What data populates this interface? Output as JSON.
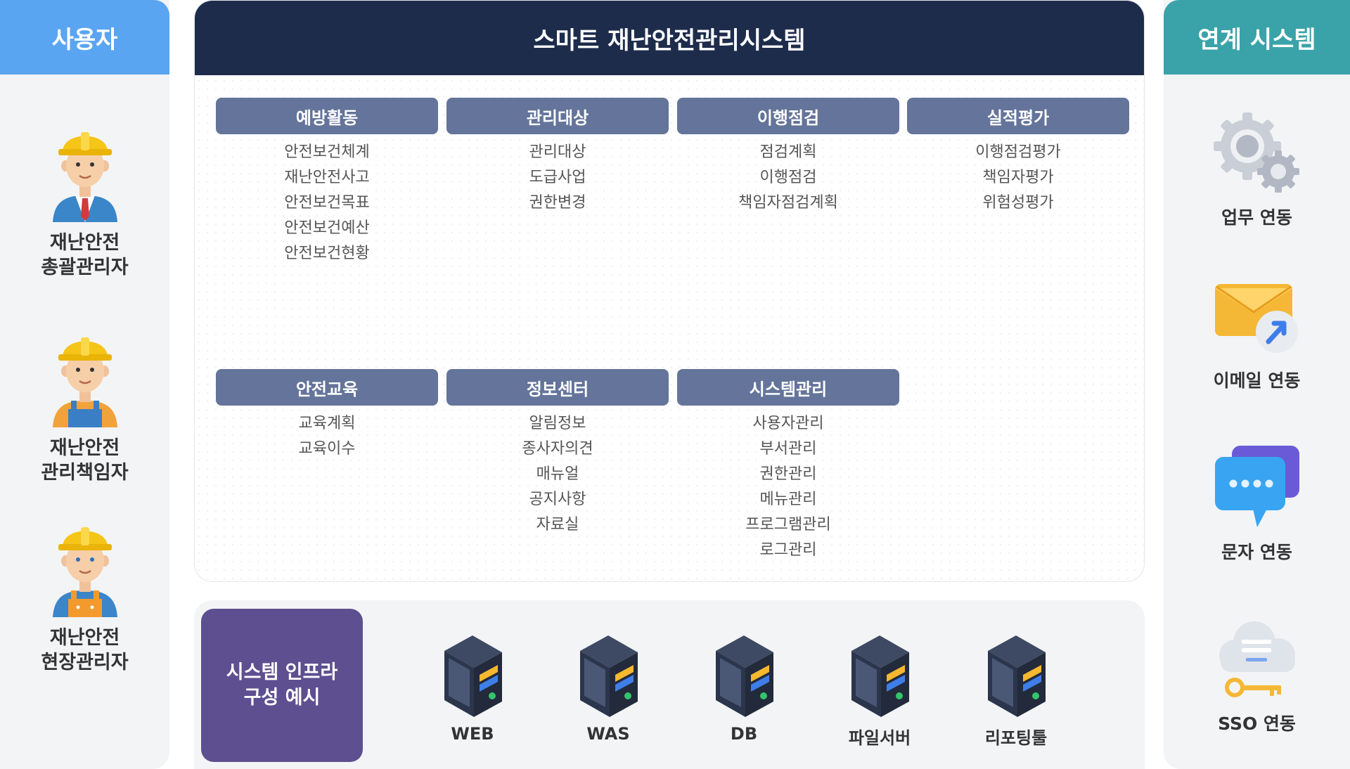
{
  "left": {
    "title": "사용자",
    "users": [
      {
        "name": [
          "재난안전",
          "총괄관리자"
        ]
      },
      {
        "name": [
          "재난안전",
          "관리책임자"
        ]
      },
      {
        "name": [
          "재난안전",
          "현장관리자"
        ]
      }
    ]
  },
  "main": {
    "title": "스마트 재난안전관리시스템",
    "modules": [
      {
        "title": "예방활동",
        "items": [
          "안전보건체계",
          "재난안전사고",
          "안전보건목표",
          "안전보건예산",
          "안전보건현황"
        ]
      },
      {
        "title": "관리대상",
        "items": [
          "관리대상",
          "도급사업",
          "권한변경"
        ]
      },
      {
        "title": "이행점검",
        "items": [
          "점검계획",
          "이행점검",
          "책임자점검계획"
        ]
      },
      {
        "title": "실적평가",
        "items": [
          "이행점검평가",
          "책임자평가",
          "위험성평가"
        ]
      },
      {
        "title": "안전교육",
        "items": [
          "교육계획",
          "교육이수"
        ]
      },
      {
        "title": "정보센터",
        "items": [
          "알림정보",
          "종사자의견",
          "매뉴얼",
          "공지사항",
          "자료실"
        ]
      },
      {
        "title": "시스템관리",
        "items": [
          "사용자관리",
          "부서관리",
          "권한관리",
          "메뉴관리",
          "프로그램관리",
          "로그관리"
        ]
      }
    ]
  },
  "infra": {
    "label": [
      "시스템 인프라",
      "구성 예시"
    ],
    "servers": [
      "WEB",
      "WAS",
      "DB",
      "파일서버",
      "리포팅툴"
    ]
  },
  "right": {
    "title": "연계 시스템",
    "links": [
      {
        "name": "업무 연동",
        "icon": "gears-icon"
      },
      {
        "name": "이메일 연동",
        "icon": "email-icon"
      },
      {
        "name": "문자 연동",
        "icon": "chat-icon"
      },
      {
        "name": "SSO 연동",
        "icon": "cloud-key-icon"
      }
    ]
  },
  "colors": {
    "user_header": "#5aa5f1",
    "main_header": "#1e2c4c",
    "module_header": "#64749a",
    "link_header": "#3aa3a9",
    "infra_label": "#5d4f90"
  }
}
